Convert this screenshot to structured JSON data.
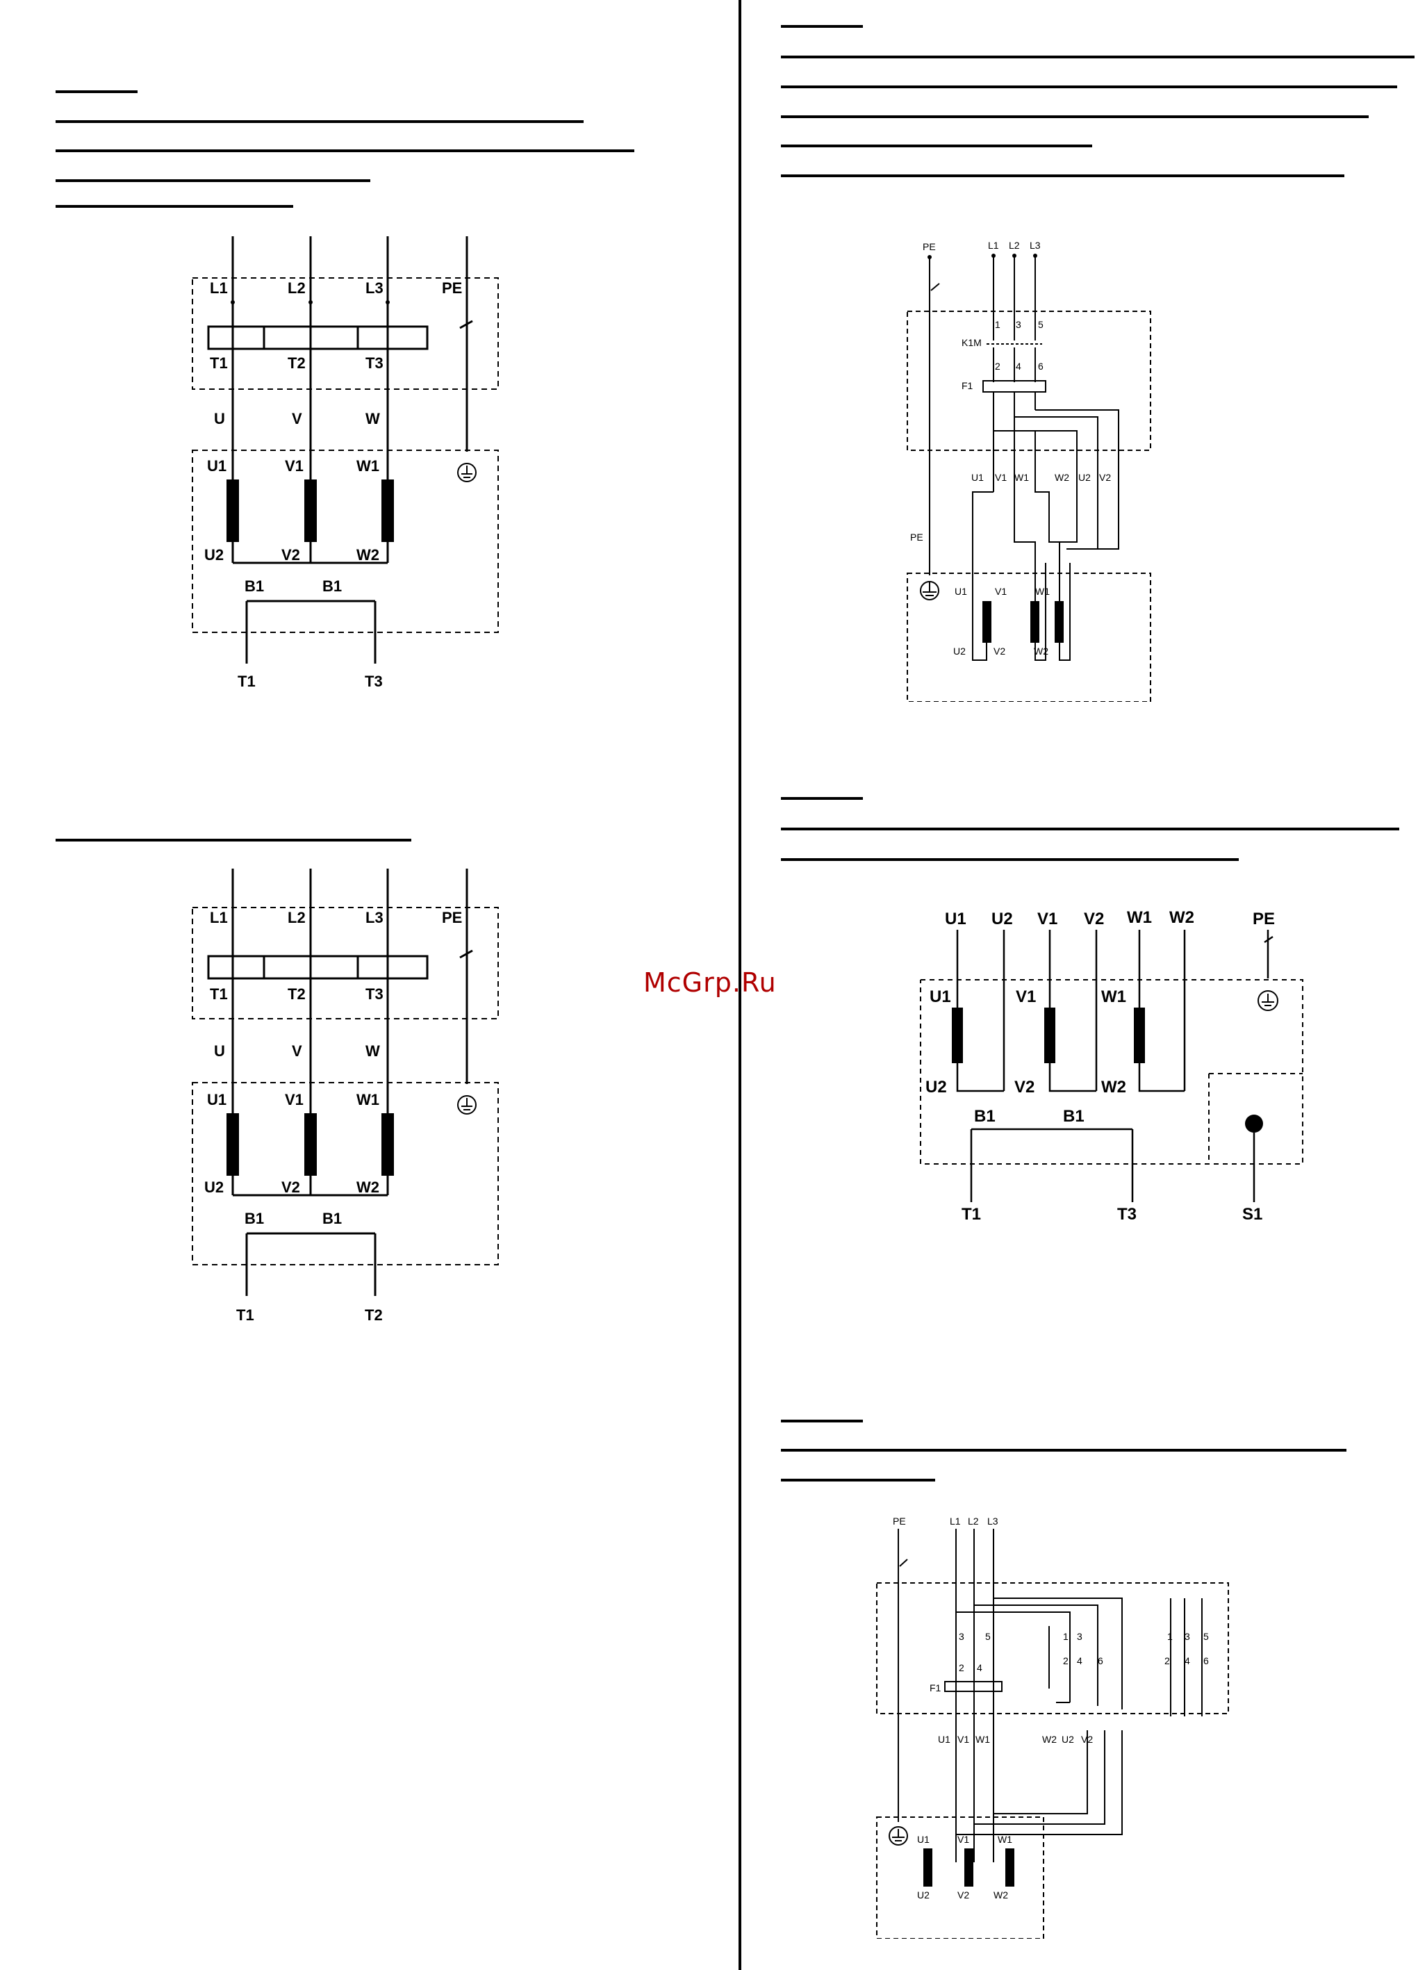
{
  "watermark": "McGrp.Ru",
  "diagram_top_left": {
    "supply": [
      "L1",
      "L2",
      "L3",
      "PE"
    ],
    "overload": [
      "T1",
      "T2",
      "T3"
    ],
    "cables": [
      "U",
      "V",
      "W"
    ],
    "winding_top": [
      "U1",
      "V1",
      "W1"
    ],
    "winding_bottom": [
      "U2",
      "V2",
      "W2"
    ],
    "thermal": [
      "B1",
      "B1"
    ],
    "outputs": [
      "T1",
      "T3"
    ]
  },
  "diagram_mid_left": {
    "supply": [
      "L1",
      "L2",
      "L3",
      "PE"
    ],
    "overload": [
      "T1",
      "T2",
      "T3"
    ],
    "cables": [
      "U",
      "V",
      "W"
    ],
    "winding_top": [
      "U1",
      "V1",
      "W1"
    ],
    "winding_bottom": [
      "U2",
      "V2",
      "W2"
    ],
    "thermal": [
      "B1",
      "B1"
    ],
    "outputs": [
      "T1",
      "T2"
    ]
  },
  "diagram_top_right": {
    "supply": [
      "PE",
      "L1",
      "L2",
      "L3"
    ],
    "contactor": "K1M",
    "relay": "F1",
    "contacts_top": [
      "1",
      "3",
      "5"
    ],
    "contacts_bottom": [
      "2",
      "4",
      "6"
    ],
    "wires": [
      "U1",
      "V1",
      "W1",
      "W2",
      "U2",
      "V2"
    ],
    "pe": "PE",
    "winding_top": [
      "U1",
      "V1",
      "W1"
    ],
    "winding_bottom": [
      "U2",
      "V2",
      "W2"
    ]
  },
  "diagram_mid_right": {
    "terminals": [
      "U1",
      "U2",
      "V1",
      "V2",
      "W1",
      "W2",
      "PE"
    ],
    "winding_top": [
      "U1",
      "V1",
      "W1"
    ],
    "winding_bottom": [
      "U2",
      "V2",
      "W2"
    ],
    "thermal": [
      "B1",
      "B1"
    ],
    "outputs": [
      "T1",
      "T3",
      "S1"
    ]
  },
  "diagram_bottom_right": {
    "supply": [
      "PE",
      "L1",
      "L2",
      "L3"
    ],
    "relay": "F1",
    "contacts_top": [
      "1",
      "3",
      "5"
    ],
    "contacts_bottom": [
      "2",
      "4",
      "6"
    ],
    "wires": [
      "U1",
      "V1",
      "W1",
      "W2",
      "U2",
      "V2"
    ],
    "winding_top": [
      "U1",
      "V1",
      "W1"
    ],
    "winding_bottom": [
      "U2",
      "V2",
      "W2"
    ]
  }
}
